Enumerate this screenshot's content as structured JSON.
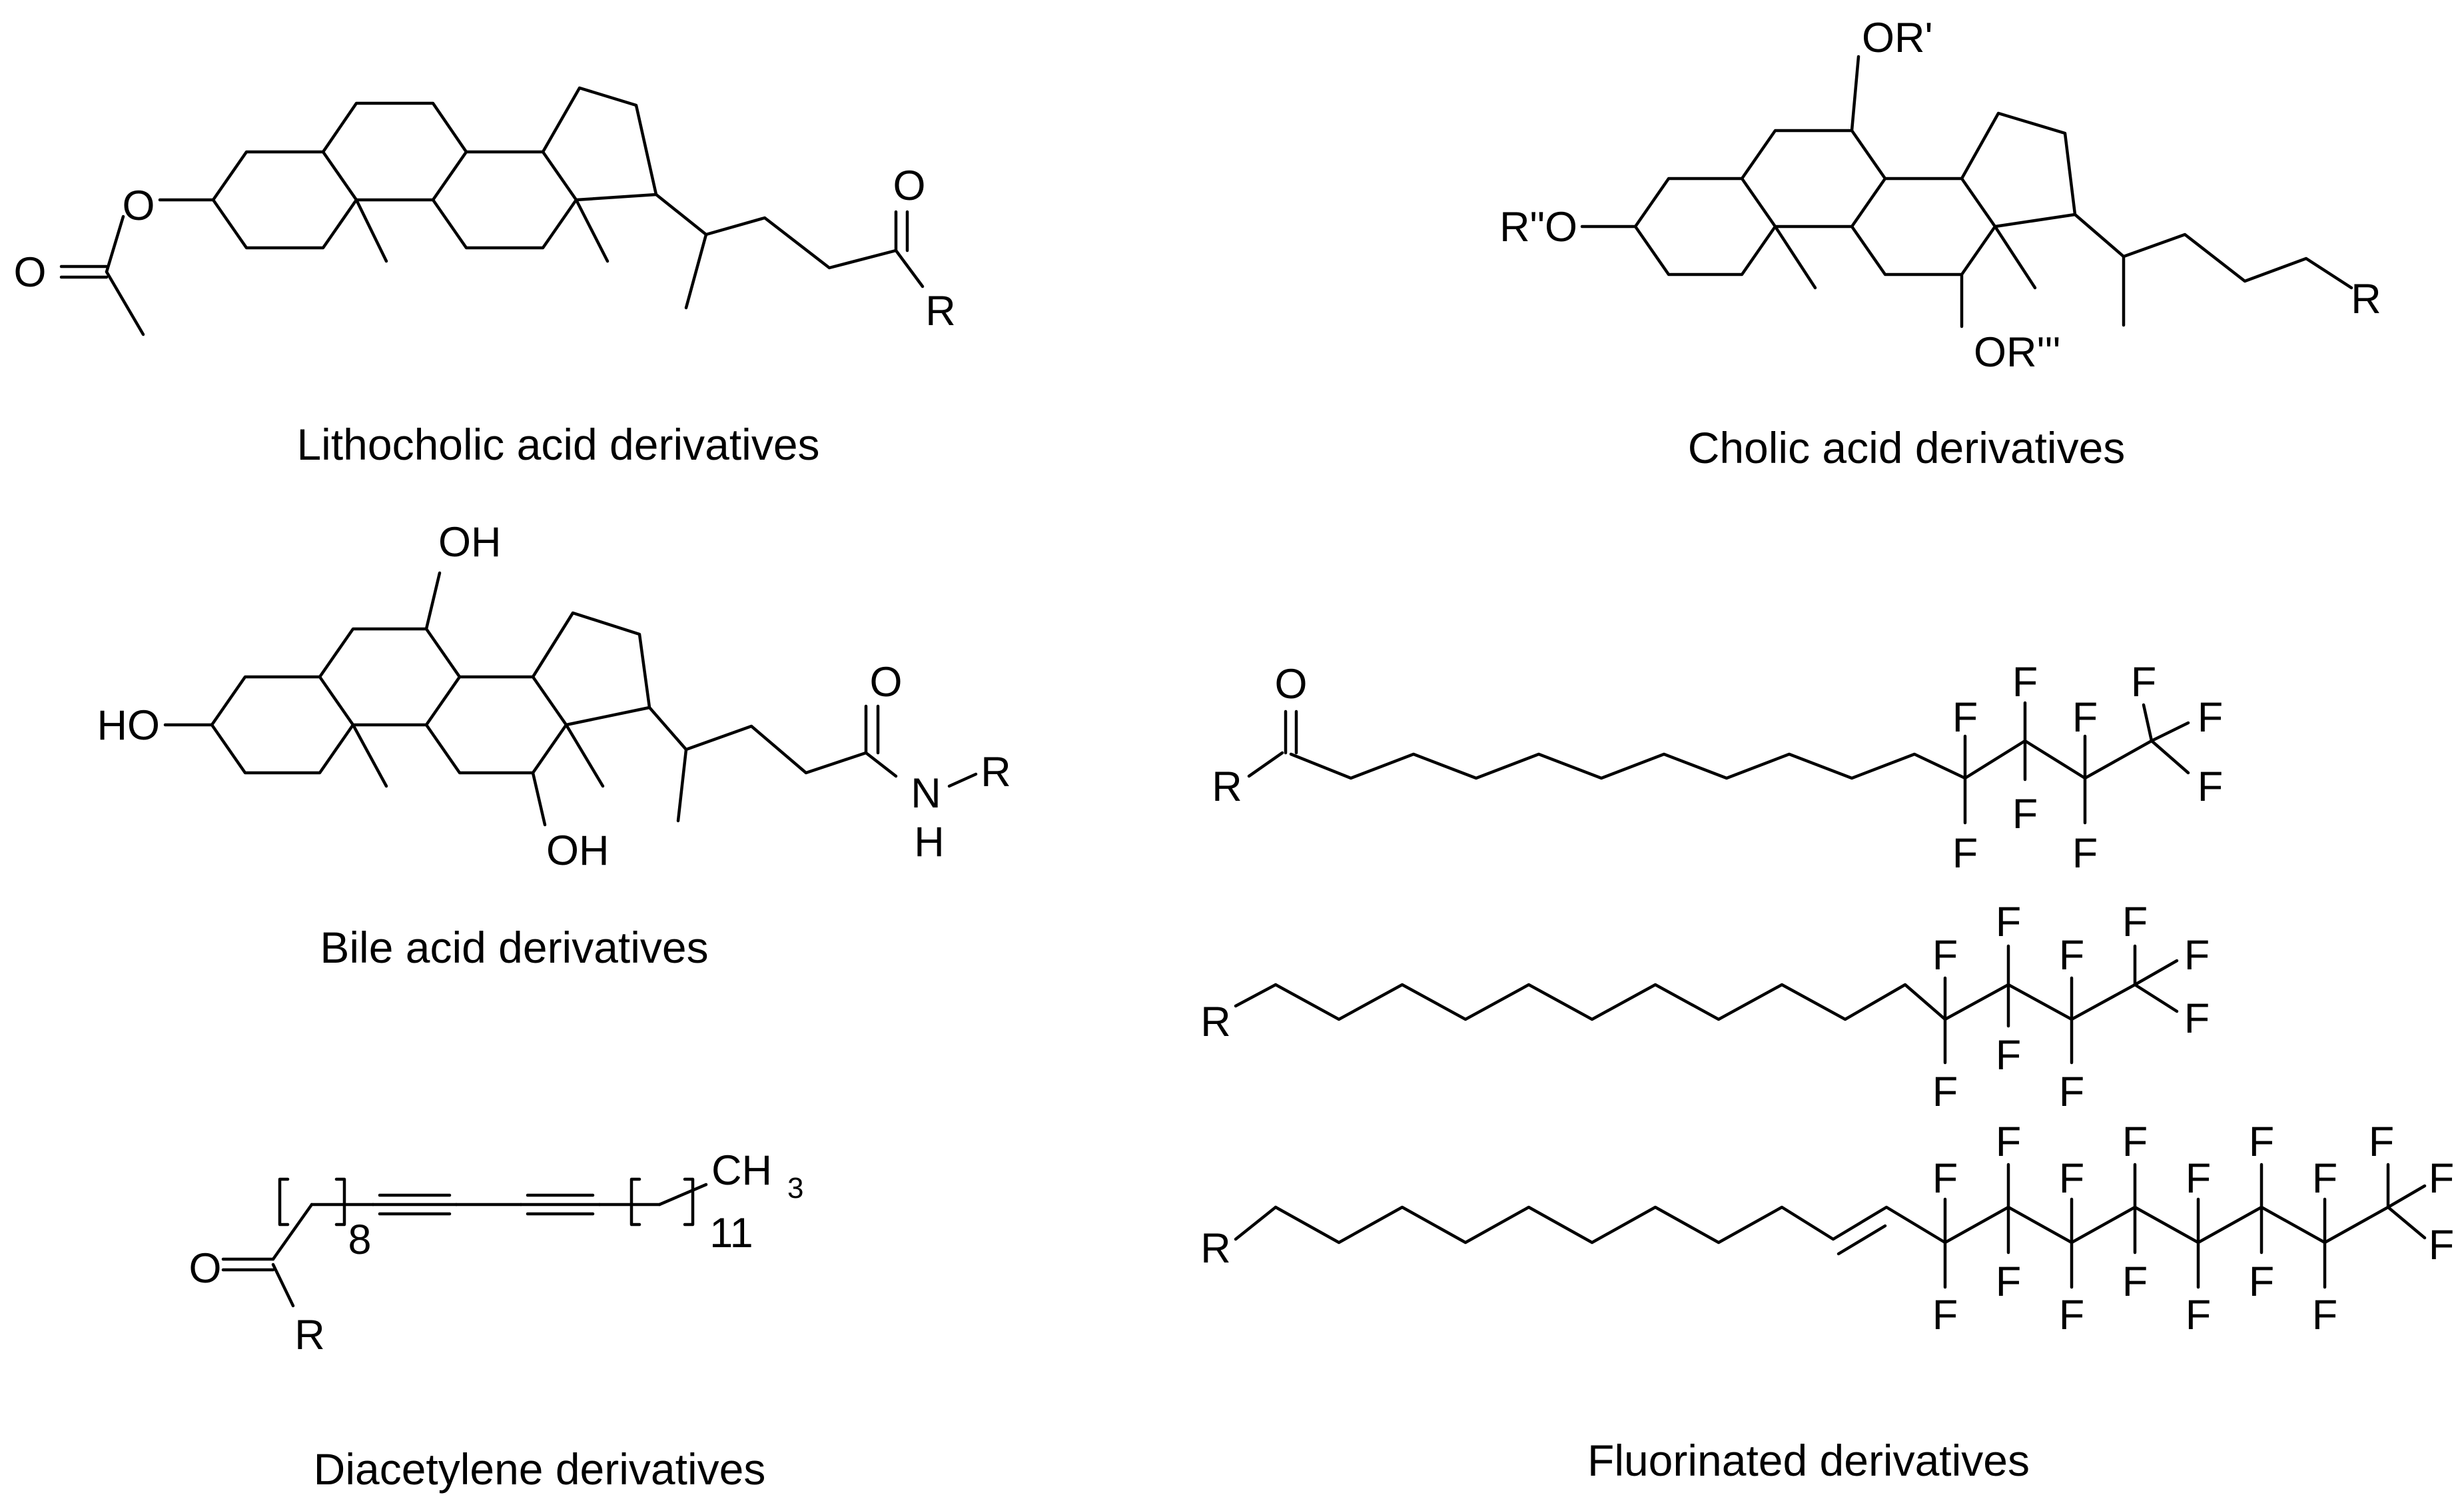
{
  "captions": {
    "lithocholic": "Lithocholic acid derivatives",
    "cholic": "Cholic acid derivatives",
    "bile": "Bile acid derivatives",
    "diacetylene": "Diacetylene derivatives",
    "fluorinated": "Fluorinated derivatives"
  },
  "atoms": {
    "oxygen": "O",
    "r": "R",
    "oh": "OH",
    "ho": "HO",
    "nitrogen": "N",
    "hydrogen": "H",
    "fluorine": "F",
    "or1": "OR'",
    "or2": "R\"O",
    "or3": "OR'''",
    "ch3": "CH",
    "ch3_sub": "3",
    "count8": "8",
    "count11": "11"
  }
}
